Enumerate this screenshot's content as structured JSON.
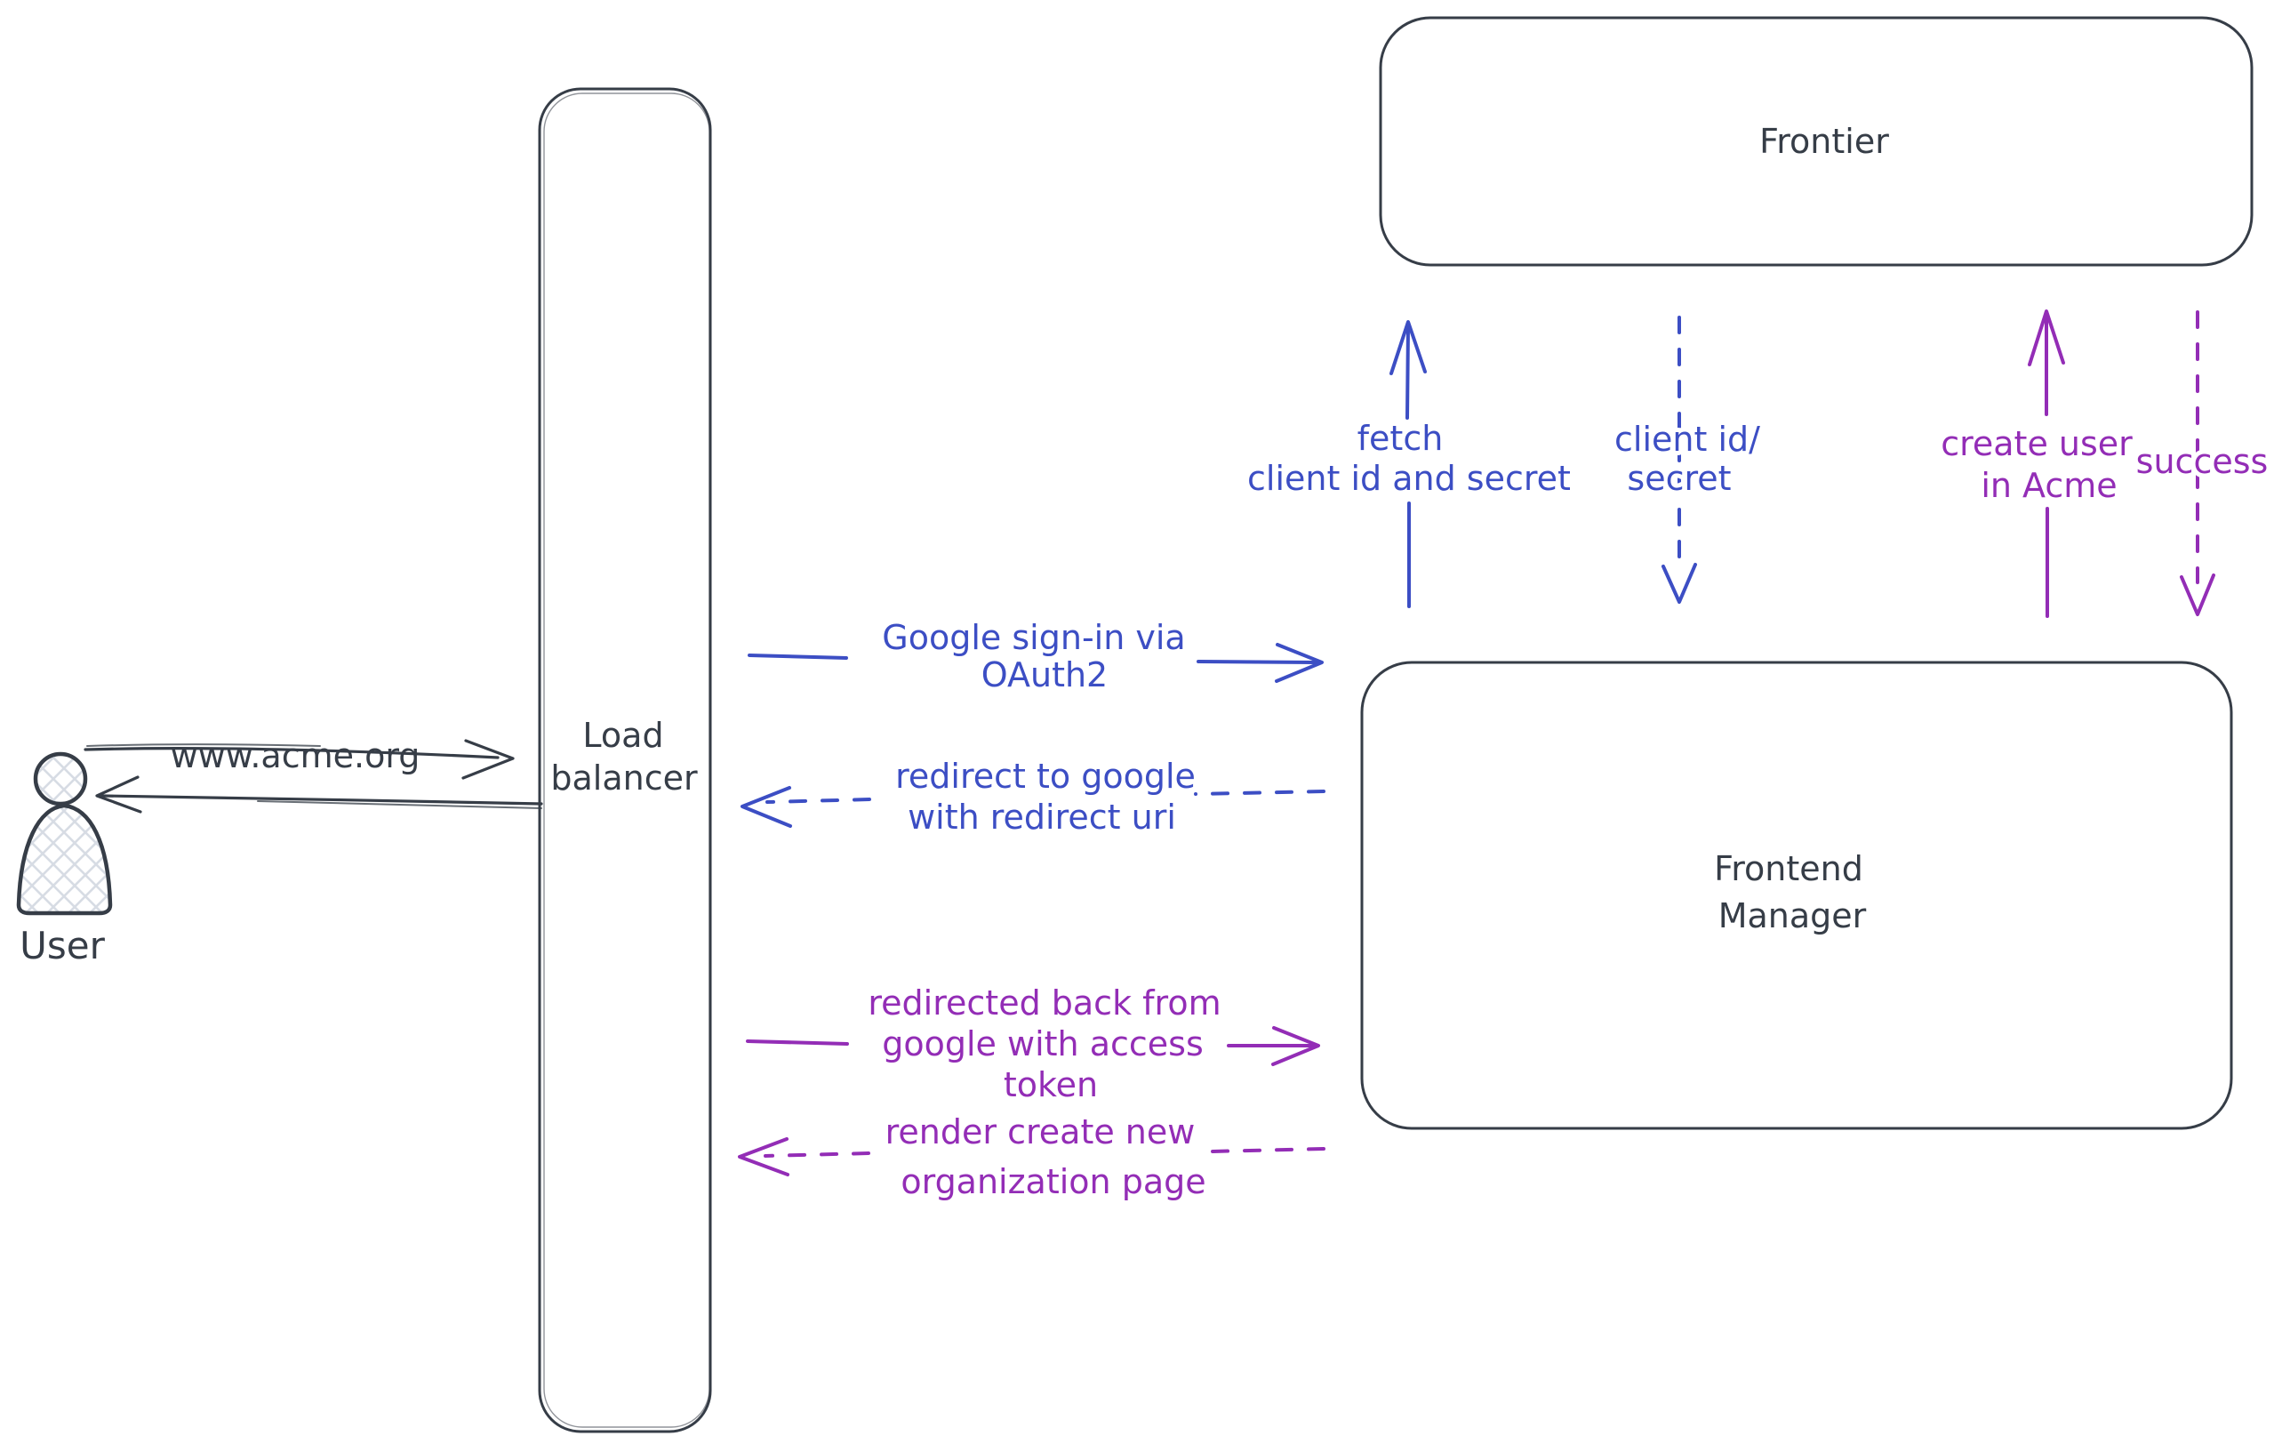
{
  "diagram_title": "OAuth2 sign-in flow diagram",
  "colors": {
    "ink": "#363d47",
    "blue": "#3c4ec4",
    "purple": "#932db6",
    "hatch_fill": "#d7dce4",
    "background": "#ffffff"
  },
  "nodes": {
    "user": {
      "label": "User",
      "shape": "person"
    },
    "load_balancer": {
      "label_line1": "Load",
      "label_line2": "balancer",
      "shape": "tall-rounded-rect"
    },
    "frontier": {
      "label": "Frontier",
      "shape": "rounded-rect"
    },
    "frontend_manager": {
      "label_line1": "Frontend",
      "label_line2": "Manager",
      "shape": "rounded-rect"
    }
  },
  "edges": {
    "www_acme": {
      "label": "www.acme.org",
      "from": "user",
      "to": "load_balancer",
      "style": "solid",
      "color": "ink"
    },
    "lb_return": {
      "label": "",
      "from": "load_balancer",
      "to": "user",
      "style": "solid",
      "color": "ink"
    },
    "google_signin": {
      "line1": "Google sign-in via",
      "line2": "OAuth2",
      "from": "load_balancer",
      "to": "frontend_manager",
      "style": "solid",
      "color": "blue"
    },
    "redirect_google": {
      "line1": "redirect to google",
      "line2": "with redirect uri",
      "from": "frontend_manager",
      "to": "load_balancer",
      "style": "dashed",
      "color": "blue"
    },
    "fetch_secret": {
      "line1": "fetch",
      "line2": "client id and secret",
      "from": "frontend_manager",
      "to": "frontier",
      "style": "solid",
      "color": "blue"
    },
    "client_id_secret": {
      "line1": "client id/",
      "line2": "secret",
      "from": "frontier",
      "to": "frontend_manager",
      "style": "dashed",
      "color": "blue"
    },
    "create_user": {
      "line1": "create user",
      "line2": "in Acme",
      "from": "frontend_manager",
      "to": "frontier",
      "style": "solid",
      "color": "purple"
    },
    "success": {
      "label": "success",
      "from": "frontier",
      "to": "frontend_manager",
      "style": "dashed",
      "color": "purple"
    },
    "redirected_back": {
      "line1": "redirected back from",
      "line2": "google with access",
      "line3": "token",
      "from": "load_balancer",
      "to": "frontend_manager",
      "style": "solid",
      "color": "purple"
    },
    "render_org": {
      "line1": "render create new",
      "line2": "organization page",
      "from": "frontend_manager",
      "to": "load_balancer",
      "style": "dashed",
      "color": "purple"
    }
  }
}
